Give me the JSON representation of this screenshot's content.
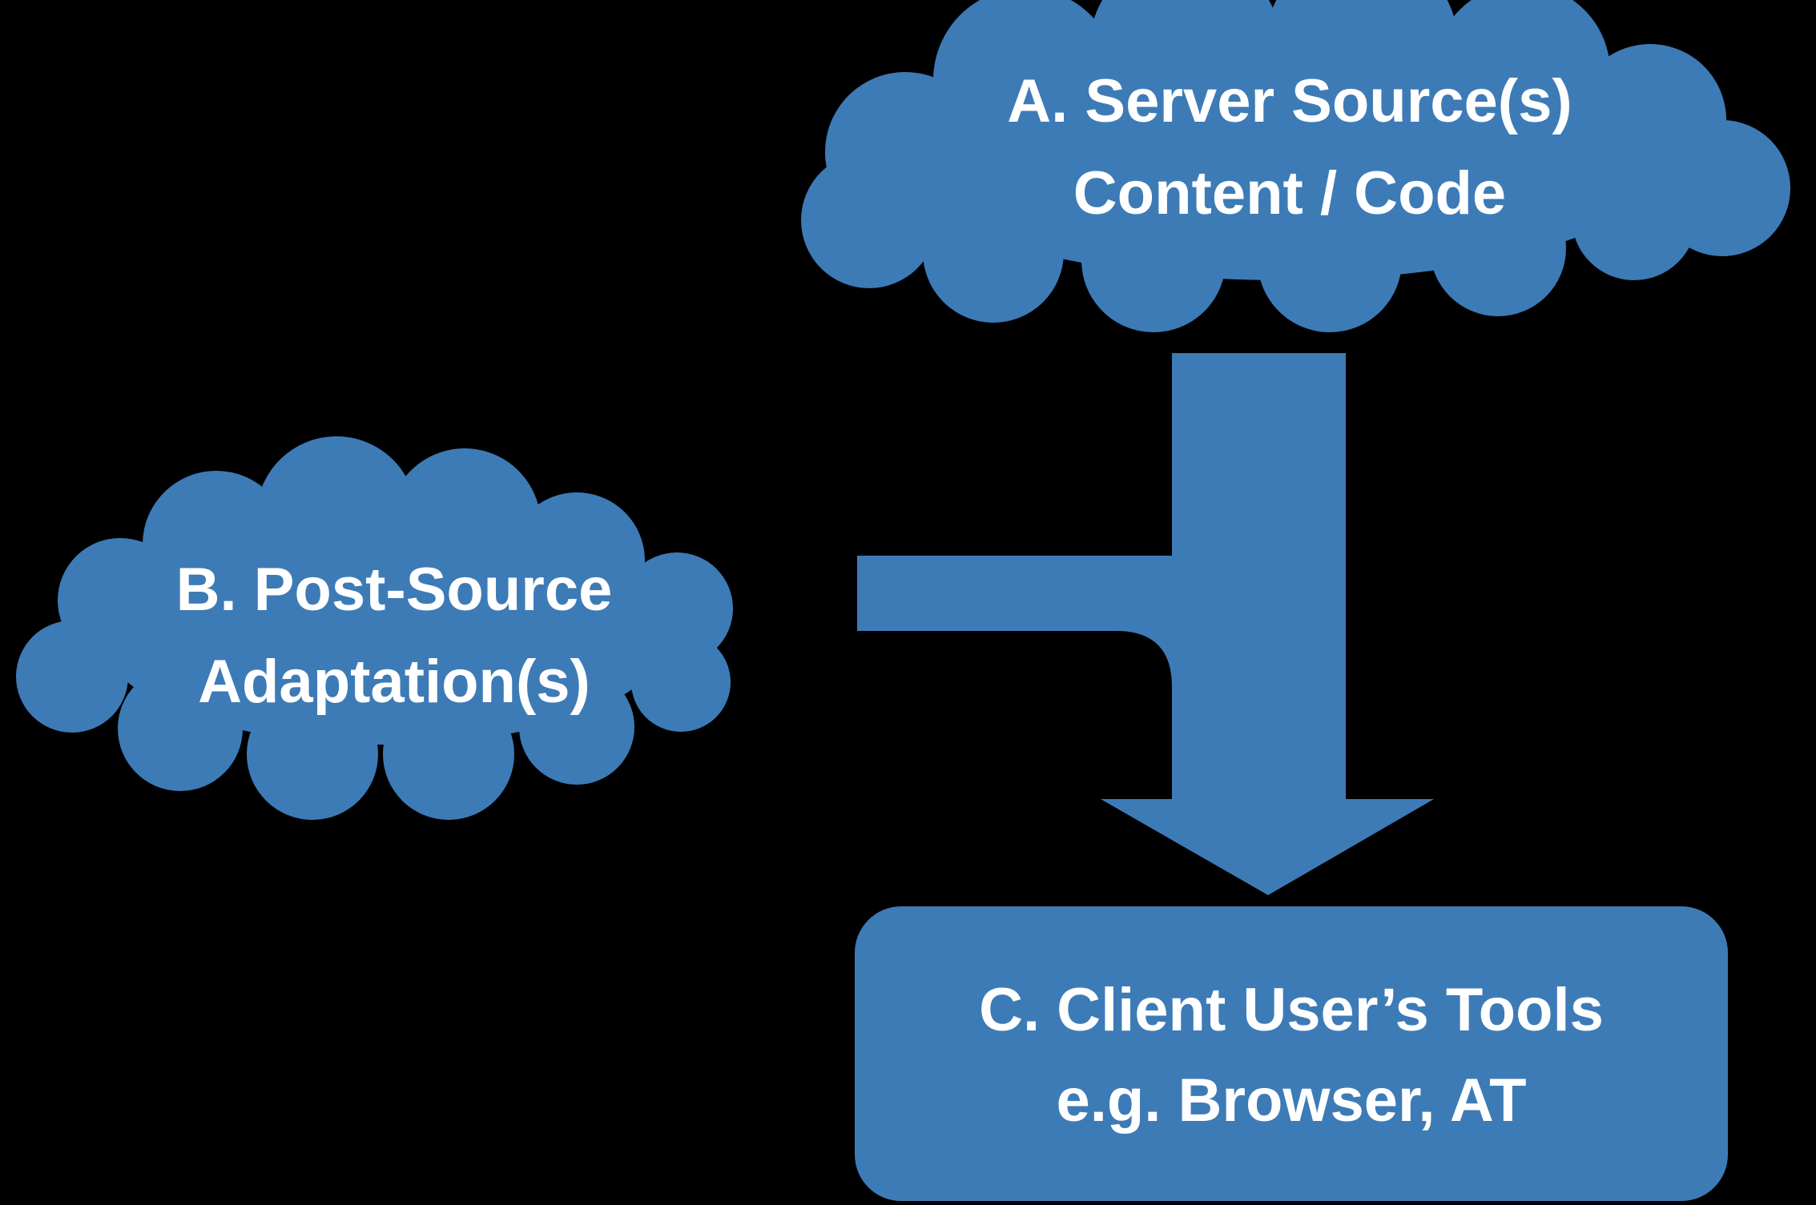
{
  "diagram": {
    "background_color": "#000000",
    "shape_color": "#3D7BB7",
    "text_color": "#FFFFFF",
    "nodes": {
      "server_source": {
        "shape": "cloud",
        "line1": "A. Server Source(s)",
        "line2": "Content / Code"
      },
      "post_source": {
        "shape": "cloud",
        "line1": "B. Post-Source",
        "line2": "Adaptation(s)"
      },
      "client_tools": {
        "shape": "rounded-rectangle",
        "line1": "C. Client User’s Tools",
        "line2": "e.g. Browser, AT"
      }
    },
    "connectors": {
      "main_flow": {
        "type": "thick-down-arrow",
        "from": "server_source",
        "to": "client_tools"
      },
      "adaptation_flow": {
        "type": "horizontal-bar-merge",
        "from": "post_source",
        "joins": "main_flow"
      }
    }
  }
}
